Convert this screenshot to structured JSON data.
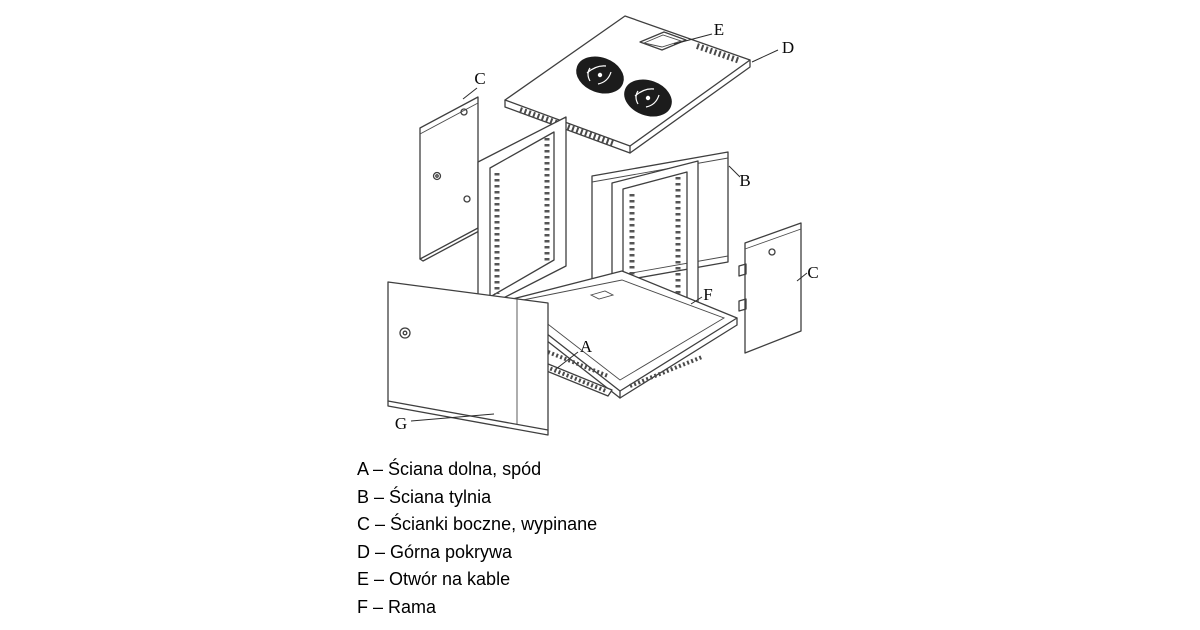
{
  "colors": {
    "line": "#3f3f3f",
    "text": "#000000",
    "fan_fill": "#1c1c1c",
    "background": "#ffffff"
  },
  "diagram": {
    "part_labels": {
      "c_left": "C",
      "e": "E",
      "d": "D",
      "b": "B",
      "c_right": "C",
      "f": "F",
      "a": "A",
      "g": "G"
    }
  },
  "legend": {
    "items": [
      {
        "text": "A – Ściana dolna, spód"
      },
      {
        "text": "B – Ściana tylnia"
      },
      {
        "text": "C – Ścianki boczne, wypinane"
      },
      {
        "text": "D – Górna pokrywa"
      },
      {
        "text": "E – Otwór na kable"
      },
      {
        "text": "F – Rama"
      }
    ]
  }
}
